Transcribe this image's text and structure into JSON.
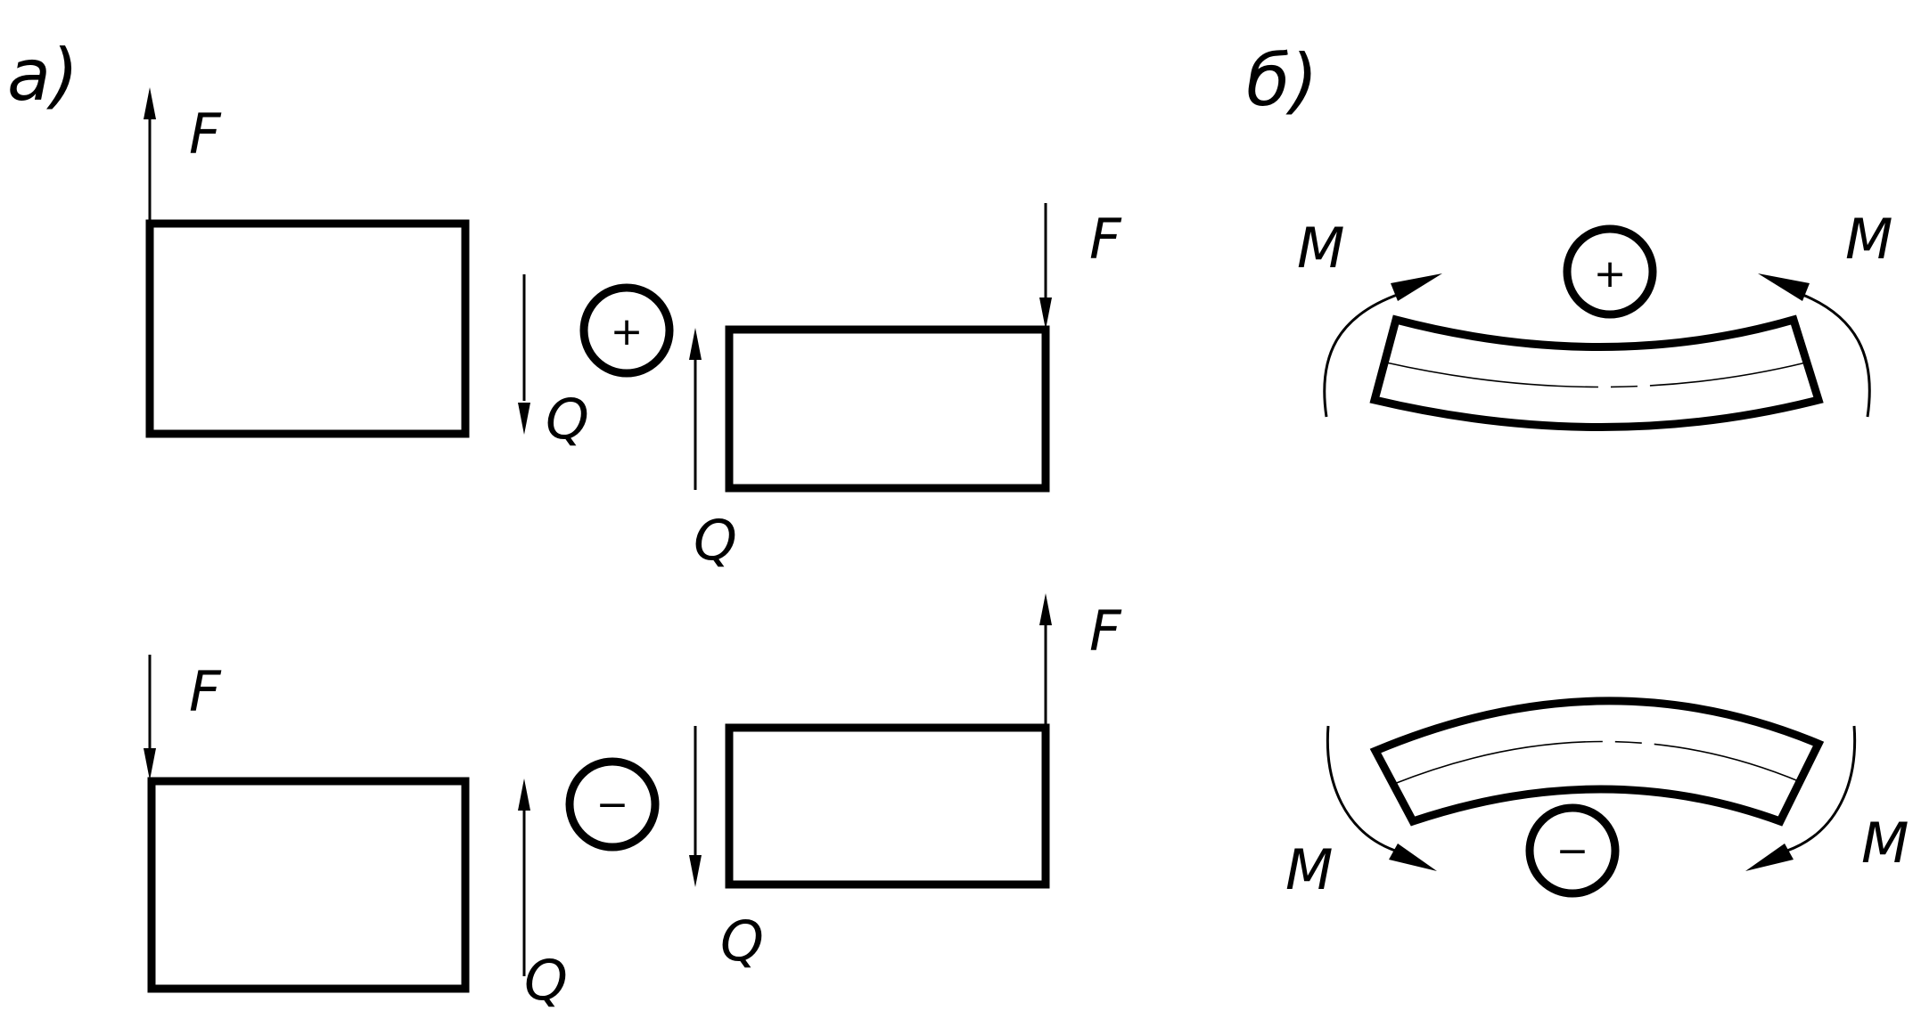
{
  "panels": {
    "a": {
      "label": "а)"
    },
    "b": {
      "label": "б)"
    }
  },
  "labels": {
    "F": "F",
    "Q": "Q",
    "M": "M",
    "plus": "+",
    "minus": "−"
  }
}
